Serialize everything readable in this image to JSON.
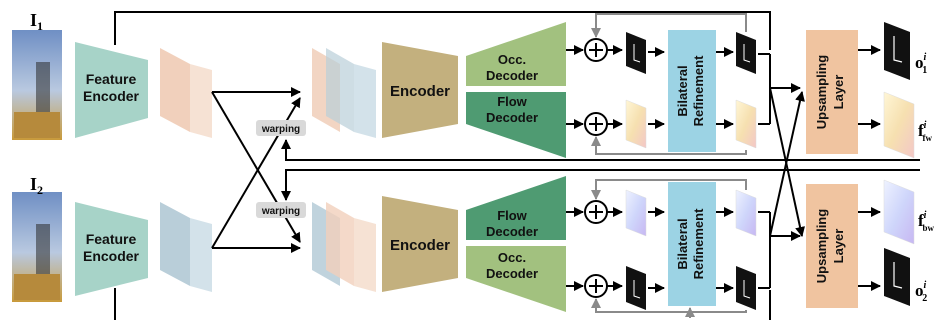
{
  "inputs": [
    {
      "symbol": "I",
      "sub": "1"
    },
    {
      "symbol": "I",
      "sub": "2"
    }
  ],
  "labels": {
    "feature_encoder_line1": "Feature",
    "feature_encoder_line2": "Encoder",
    "warping": "warping",
    "encoder": "Encoder",
    "occ_line1": "Occ.",
    "occ_line2": "Decoder",
    "flow_line1": "Flow",
    "flow_line2": "Decoder",
    "bilateral_line1": "Bilateral",
    "bilateral_line2": "Refinement",
    "upsampling_line1": "Upsampling",
    "upsampling_line2": "Layer"
  },
  "outputs": [
    {
      "symbol": "o",
      "sup": "i",
      "sub": "1"
    },
    {
      "symbol": "f",
      "sup": "i",
      "sub": "fw"
    },
    {
      "symbol": "f",
      "sup": "i",
      "sub": "bw"
    },
    {
      "symbol": "o",
      "sup": "i",
      "sub": "2"
    }
  ],
  "colors": {
    "feature_encoder": "#a7d3c8",
    "encoder": "#c3b07e",
    "occ_decoder": "#a2c17f",
    "flow_decoder": "#4f9b72",
    "bilateral": "#9cd3e4",
    "upsampling": "#f0c4a0",
    "feat1": "#f4d9c8",
    "feat2": "#c4d8e2",
    "warping_box": "#d9d9d9"
  }
}
